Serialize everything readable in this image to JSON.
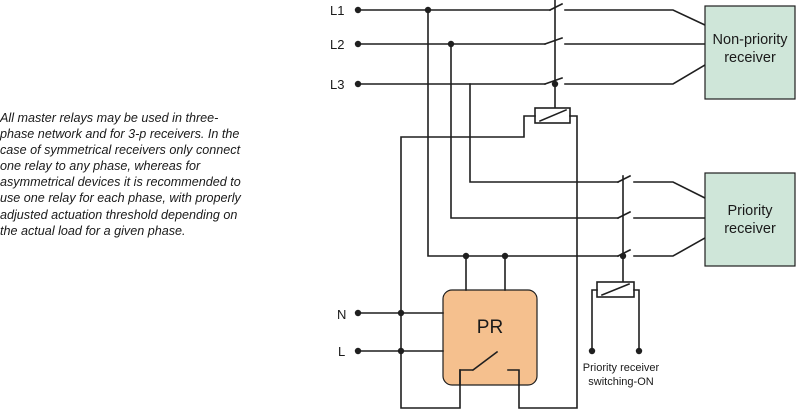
{
  "note_lines": [
    "All master relays may be used in three-",
    "phase network and for 3-p receivers. In the",
    "case of symmetrical receivers only connect",
    "one relay to any phase, whereas for",
    "asymmetrical devices it is recommended to",
    "use one relay for each phase, with properly",
    "adjusted actuation threshold depending on",
    "the actual load for a given phase."
  ],
  "lines": {
    "l1": "L1",
    "l2": "L2",
    "l3": "L3",
    "n": "N",
    "l": "L"
  },
  "non_priority": {
    "line1": "Non-priority",
    "line2": "receiver"
  },
  "priority": {
    "line1": "Priority",
    "line2": "receiver"
  },
  "pr_label": "PR",
  "switch_on": {
    "line1": "Priority receiver",
    "line2": "switching-ON"
  },
  "colors": {
    "receiver_fill": "#cfe6d9",
    "pr_fill": "#f5c08e",
    "wire": "#1f1f1f"
  }
}
